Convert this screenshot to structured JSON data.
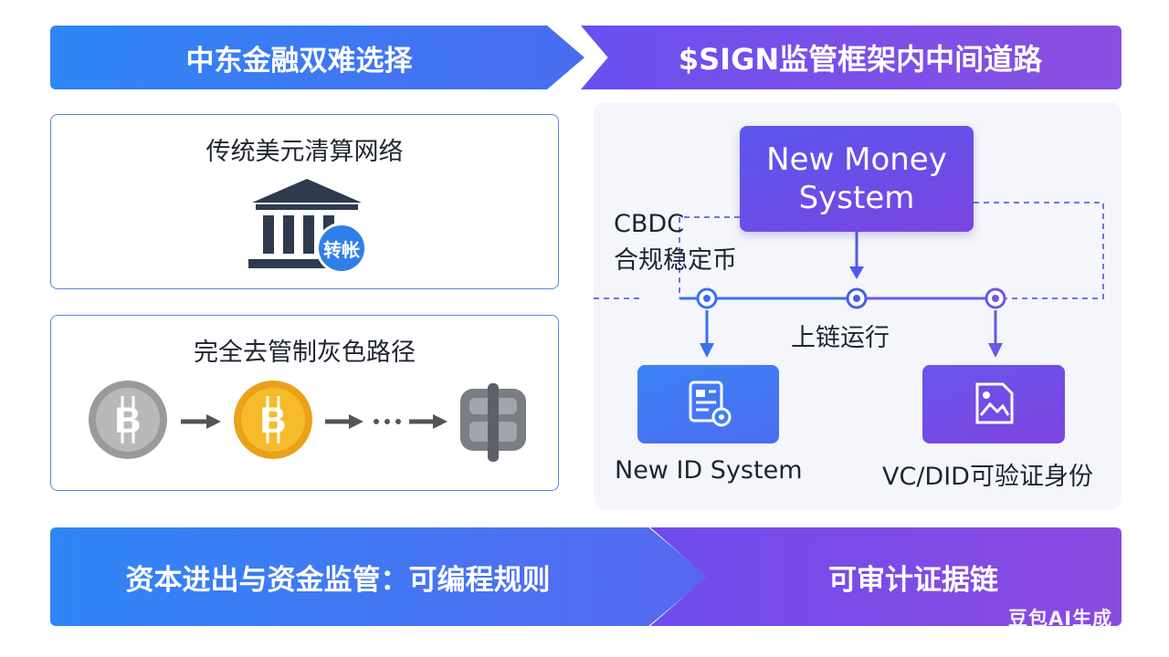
{
  "header": {
    "left_title": "中东金融双难选择",
    "right_title": "$SIGN监管框架内中间道路"
  },
  "left_panel": {
    "top_card": {
      "title": "传统美元清算网络",
      "badge_text": "转帐"
    },
    "bottom_card": {
      "title": "完全去管制灰色路径"
    }
  },
  "diagram": {
    "money_system": {
      "line1": "New Money",
      "line2": "System"
    },
    "side_label": {
      "line1": "CBDC",
      "line2": "合规稳定币"
    },
    "chain_label": "上链运行",
    "id_system_label": "New ID System",
    "vc_label": "VC/DID可验证身份"
  },
  "footer": {
    "left": "资本进出与资金监管：可编程规则",
    "right": "可审计证据链"
  },
  "watermark": "豆包AI生成",
  "colors": {
    "blue": "#2f86f6",
    "purple": "#7a45e0",
    "card_border": "#5a83e6",
    "connector_blue": "#3b6ff0"
  }
}
